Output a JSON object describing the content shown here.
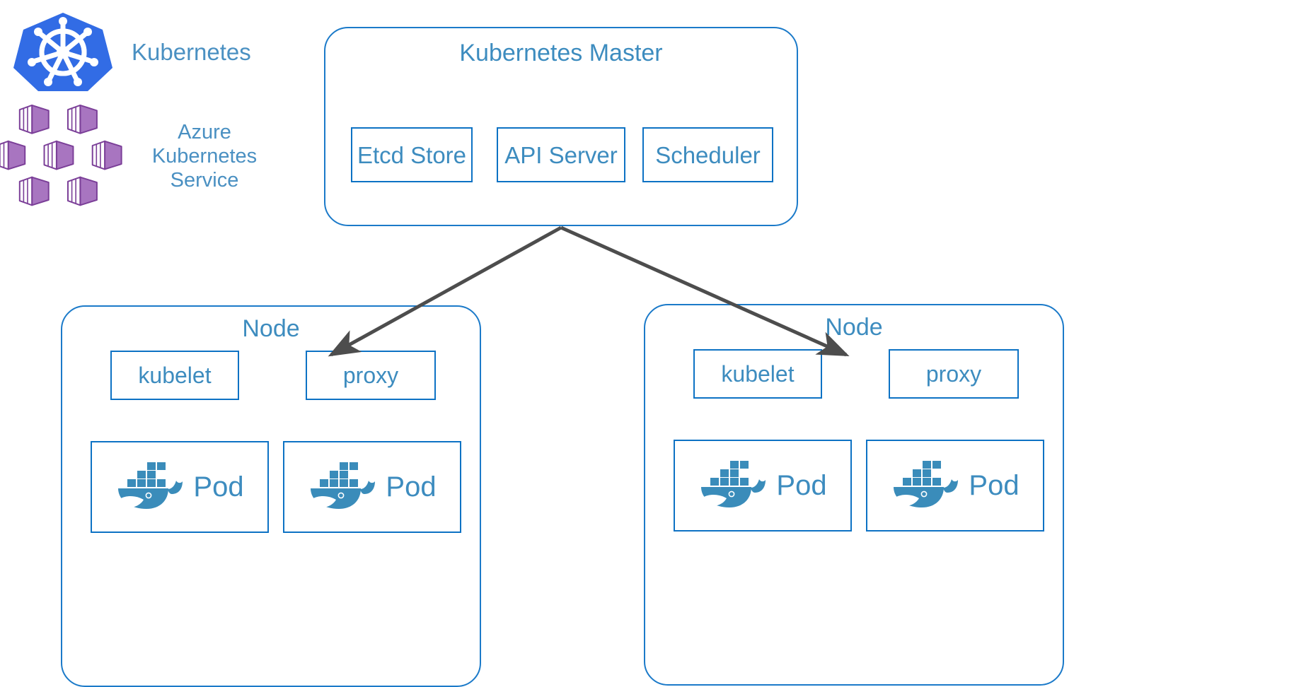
{
  "diagram": {
    "title": "Kubernetes / Azure Kubernetes Service cluster architecture",
    "colors": {
      "box_border": "#0d72c4",
      "container_border": "#1b7ac9",
      "text_blue": "#3d8cbf",
      "legend_text": "#4a90c2",
      "arrow_gray": "#4d4d4d",
      "kubernetes_blue": "#326ce5",
      "azure_purple_dark": "#7b3f98",
      "azure_purple_light": "#a875c0",
      "docker_blue": "#3a8cba",
      "background": "#ffffff"
    }
  },
  "legend": {
    "items": [
      {
        "icon": "kubernetes-logo-icon",
        "label": "Kubernetes"
      },
      {
        "icon": "azure-kubernetes-service-logo-icon",
        "label": "Azure\nKubernetes\nService"
      }
    ]
  },
  "master": {
    "title": "Kubernetes Master",
    "components": [
      {
        "label": "Etcd Store"
      },
      {
        "label": "API Server"
      },
      {
        "label": "Scheduler"
      }
    ]
  },
  "nodes": [
    {
      "title": "Node",
      "daemons": [
        {
          "label": "kubelet"
        },
        {
          "label": "proxy"
        }
      ],
      "pods": [
        {
          "label": "Pod",
          "icon": "docker-whale-icon"
        },
        {
          "label": "Pod",
          "icon": "docker-whale-icon"
        }
      ]
    },
    {
      "title": "Node",
      "daemons": [
        {
          "label": "kubelet"
        },
        {
          "label": "proxy"
        }
      ],
      "pods": [
        {
          "label": "Pod",
          "icon": "docker-whale-icon"
        },
        {
          "label": "Pod",
          "icon": "docker-whale-icon"
        }
      ]
    }
  ],
  "connections": [
    {
      "name": "master-to-node-left",
      "from": "Kubernetes Master",
      "to": "Node (left)",
      "style": "arrow"
    },
    {
      "name": "master-to-node-right",
      "from": "Kubernetes Master",
      "to": "Node (right)",
      "style": "arrow"
    }
  ]
}
